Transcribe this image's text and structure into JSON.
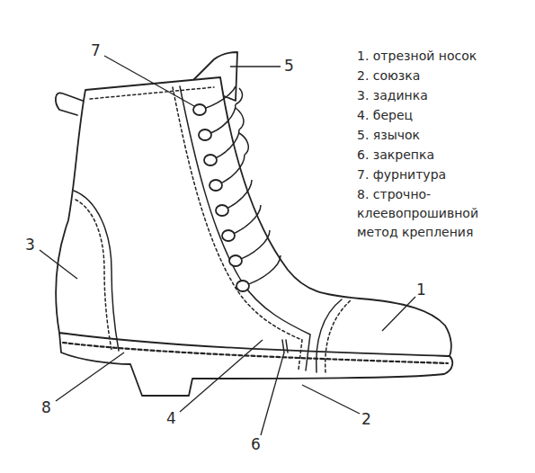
{
  "diagram": {
    "labels": [
      "1. отрезной носок",
      "2. союзка",
      "3. задинка",
      "4. берец",
      "5. язычок",
      "6. закрепка",
      "7. фурнитура",
      "8. строчно-клеевопрошивной метод крепления",
      "7",
      "5",
      "3",
      "1",
      "8",
      "4",
      "6",
      "2"
    ]
  }
}
